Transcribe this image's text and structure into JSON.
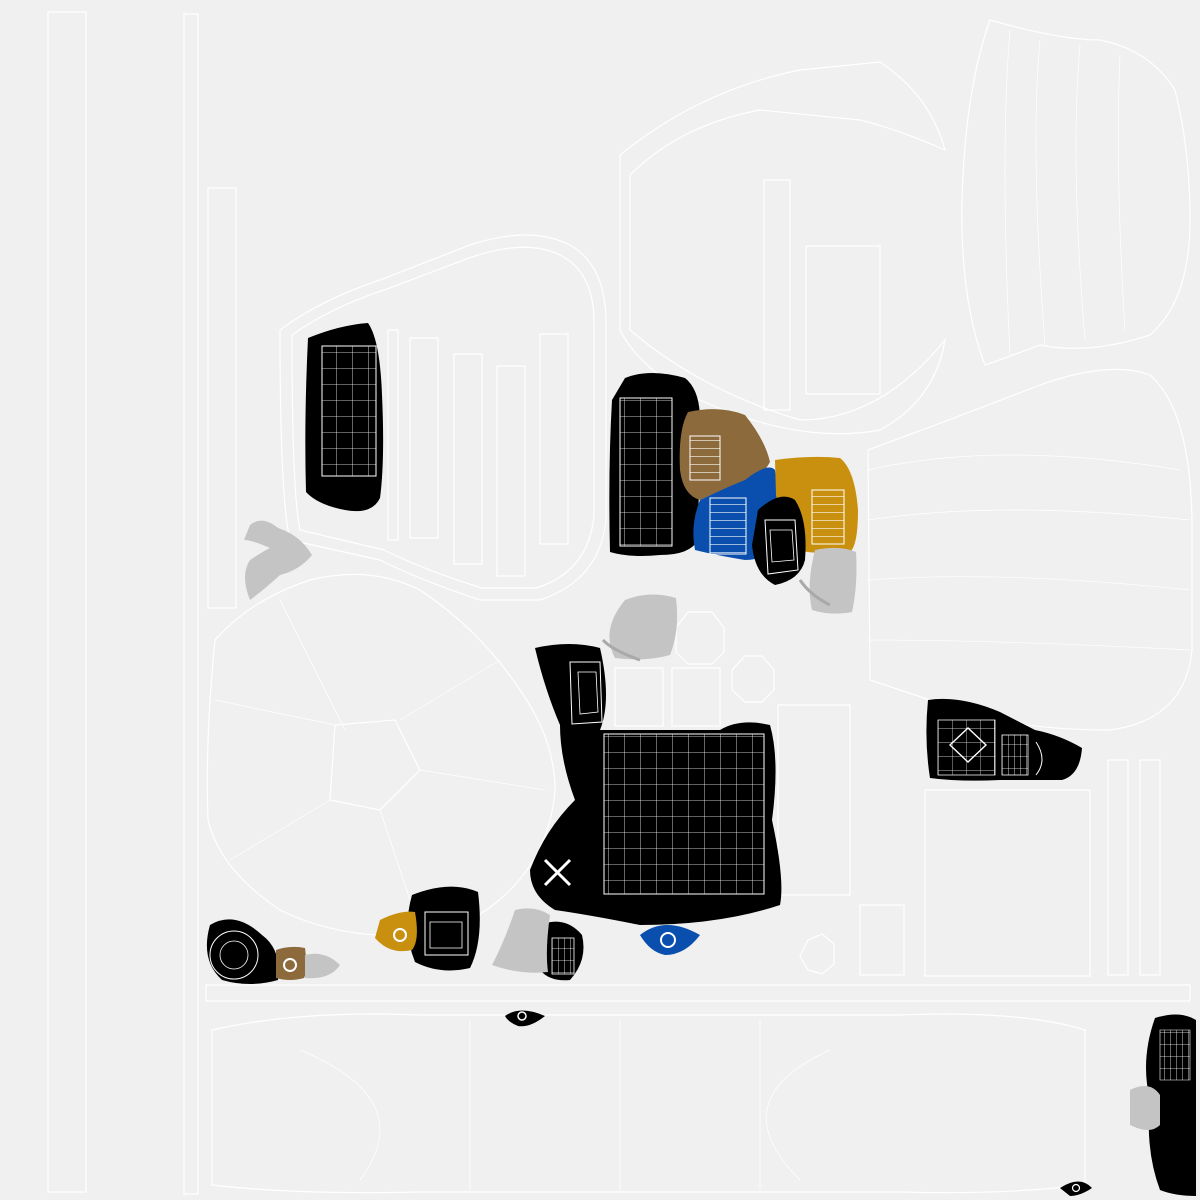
{
  "texture": {
    "type": "uv-layout",
    "background": "#f0f0f0",
    "wireframe_color": "#ffffff"
  },
  "colors": {
    "black": "#000000",
    "brown": "#8c6a3c",
    "blue": "#0a4fae",
    "gold": "#c8900e",
    "grey": "#c4c4c4",
    "grey_dark": "#a9a9a9"
  },
  "islands": [
    {
      "id": "black-left-block",
      "fill": "black"
    },
    {
      "id": "black-center-block",
      "fill": "black"
    },
    {
      "id": "brown-patch",
      "fill": "brown"
    },
    {
      "id": "blue-patch",
      "fill": "blue"
    },
    {
      "id": "gold-patch",
      "fill": "gold"
    },
    {
      "id": "black-eye-small",
      "fill": "black"
    },
    {
      "id": "grey-right-small",
      "fill": "grey"
    },
    {
      "id": "grey-left-arrow",
      "fill": "grey"
    },
    {
      "id": "grey-center-top",
      "fill": "grey"
    },
    {
      "id": "black-large-center",
      "fill": "black"
    },
    {
      "id": "blue-eye-bottom",
      "fill": "blue"
    },
    {
      "id": "black-right-lattice",
      "fill": "black"
    },
    {
      "id": "black-bottom-left-cluster",
      "fill": "black"
    },
    {
      "id": "gold-bottom-small",
      "fill": "gold"
    },
    {
      "id": "brown-bottom-small",
      "fill": "brown"
    },
    {
      "id": "grey-bottom-center",
      "fill": "grey"
    },
    {
      "id": "black-eye-strip",
      "fill": "black"
    },
    {
      "id": "black-right-edge",
      "fill": "black"
    }
  ]
}
